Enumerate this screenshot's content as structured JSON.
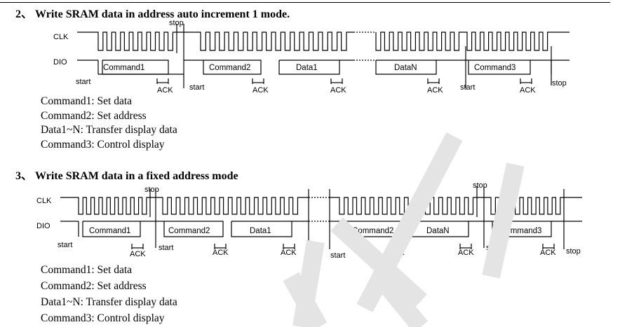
{
  "sections": [
    {
      "heading": "2、 Write SRAM data in address auto increment 1 mode.",
      "signals": {
        "clk": "CLK",
        "dio": "DIO"
      },
      "blocks": [
        "Command1",
        "Command2",
        "Data1",
        "DataN",
        "Command3"
      ],
      "labels": {
        "start": "start",
        "stop": "stop",
        "ack": "ACK"
      },
      "legend": [
        "Command1: Set data",
        "Command2: Set address",
        "Data1~N: Transfer display data",
        "Command3: Control display"
      ]
    },
    {
      "heading": "3、 Write SRAM data in a fixed address mode",
      "signals": {
        "clk": "CLK",
        "dio": "DIO"
      },
      "blocks": [
        "Command1",
        "Command2",
        "Data1",
        "Command2",
        "DataN",
        "Command3"
      ],
      "labels": {
        "start": "start",
        "stop": "stop",
        "ack": "ACK"
      },
      "legend": [
        "Command1:  Set data",
        "Command2:  Set address",
        "Data1~N: Transfer display data",
        "Command3: Control display"
      ]
    }
  ]
}
